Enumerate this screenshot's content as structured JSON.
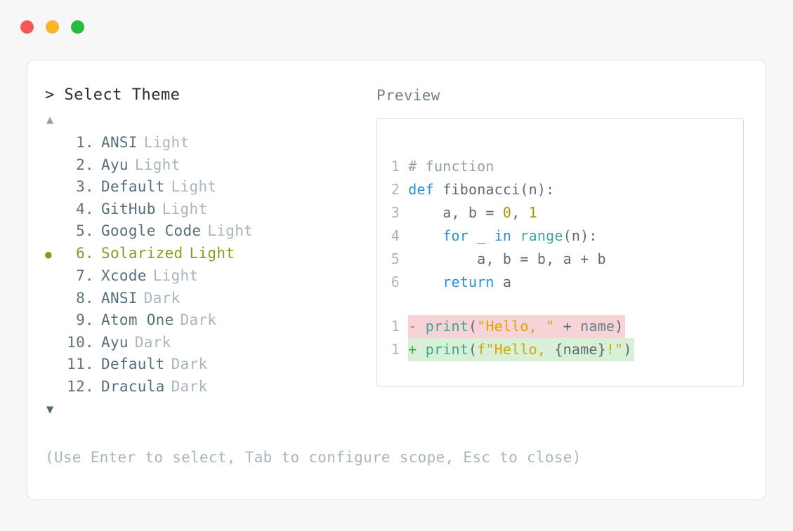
{
  "window": {
    "traffic_lights": [
      {
        "name": "close",
        "color": "#f25a5a"
      },
      {
        "name": "minimize",
        "color": "#f7b52c"
      },
      {
        "name": "maximize",
        "color": "#24bd3e"
      }
    ]
  },
  "selector": {
    "prompt": "> Select Theme",
    "scroll_up_glyph": "▲",
    "scroll_down_glyph": "▼",
    "selected_bullet": "●",
    "selected_index": 6,
    "accent_color": "#8a9a1f",
    "items": [
      {
        "number": "1.",
        "name": "ANSI",
        "suffix": "Light",
        "selected": false
      },
      {
        "number": "2.",
        "name": "Ayu",
        "suffix": "Light",
        "selected": false
      },
      {
        "number": "3.",
        "name": "Default",
        "suffix": "Light",
        "selected": false
      },
      {
        "number": "4.",
        "name": "GitHub",
        "suffix": "Light",
        "selected": false
      },
      {
        "number": "5.",
        "name": "Google Code",
        "suffix": "Light",
        "selected": false
      },
      {
        "number": "6.",
        "name": "Solarized",
        "suffix": "Light",
        "selected": true
      },
      {
        "number": "7.",
        "name": "Xcode",
        "suffix": "Light",
        "selected": false
      },
      {
        "number": "8.",
        "name": "ANSI",
        "suffix": "Dark",
        "selected": false
      },
      {
        "number": "9.",
        "name": "Atom One",
        "suffix": "Dark",
        "selected": false
      },
      {
        "number": "10.",
        "name": "Ayu",
        "suffix": "Dark",
        "selected": false
      },
      {
        "number": "11.",
        "name": "Default",
        "suffix": "Dark",
        "selected": false
      },
      {
        "number": "12.",
        "name": "Dracula",
        "suffix": "Dark",
        "selected": false
      }
    ]
  },
  "preview": {
    "label": "Preview",
    "code_lines": [
      {
        "n": "1",
        "tokens": [
          {
            "t": "# function",
            "c": "comment"
          }
        ]
      },
      {
        "n": "2",
        "tokens": [
          {
            "t": "def",
            "c": "keyword"
          },
          {
            "t": " fibonacci(n):",
            "c": "plain"
          }
        ]
      },
      {
        "n": "3",
        "tokens": [
          {
            "t": "    a, b = ",
            "c": "plain"
          },
          {
            "t": "0",
            "c": "num"
          },
          {
            "t": ", ",
            "c": "plain"
          },
          {
            "t": "1",
            "c": "num"
          }
        ]
      },
      {
        "n": "4",
        "tokens": [
          {
            "t": "    ",
            "c": "plain"
          },
          {
            "t": "for",
            "c": "keyword"
          },
          {
            "t": " _ ",
            "c": "plain"
          },
          {
            "t": "in",
            "c": "keyword"
          },
          {
            "t": " ",
            "c": "plain"
          },
          {
            "t": "range",
            "c": "func"
          },
          {
            "t": "(n):",
            "c": "plain"
          }
        ]
      },
      {
        "n": "5",
        "tokens": [
          {
            "t": "        a, b = b, a + b",
            "c": "plain"
          }
        ]
      },
      {
        "n": "6",
        "tokens": [
          {
            "t": "    ",
            "c": "plain"
          },
          {
            "t": "return",
            "c": "keyword"
          },
          {
            "t": " a",
            "c": "plain"
          }
        ]
      }
    ],
    "diff_lines": [
      {
        "n": "1",
        "kind": "del",
        "marker": "-",
        "tokens": [
          {
            "t": "print",
            "c": "func"
          },
          {
            "t": "(",
            "c": "plain"
          },
          {
            "t": "\"Hello, \"",
            "c": "str"
          },
          {
            "t": " + ",
            "c": "plain"
          },
          {
            "t": "name",
            "c": "name"
          },
          {
            "t": ")",
            "c": "plain"
          }
        ]
      },
      {
        "n": "1",
        "kind": "add",
        "marker": "+",
        "tokens": [
          {
            "t": "print",
            "c": "func"
          },
          {
            "t": "(",
            "c": "plain"
          },
          {
            "t": "f\"Hello, ",
            "c": "str"
          },
          {
            "t": "{name}",
            "c": "plain"
          },
          {
            "t": "!",
            "c": "str"
          },
          {
            "t": "\"",
            "c": "str"
          },
          {
            "t": ")",
            "c": "plain"
          }
        ]
      }
    ],
    "diff_colors": {
      "removed_bg": "#f7d3d7",
      "added_bg": "#d8f0d6"
    }
  },
  "footer": {
    "hint": "(Use Enter to select, Tab to configure scope, Esc to close)"
  }
}
